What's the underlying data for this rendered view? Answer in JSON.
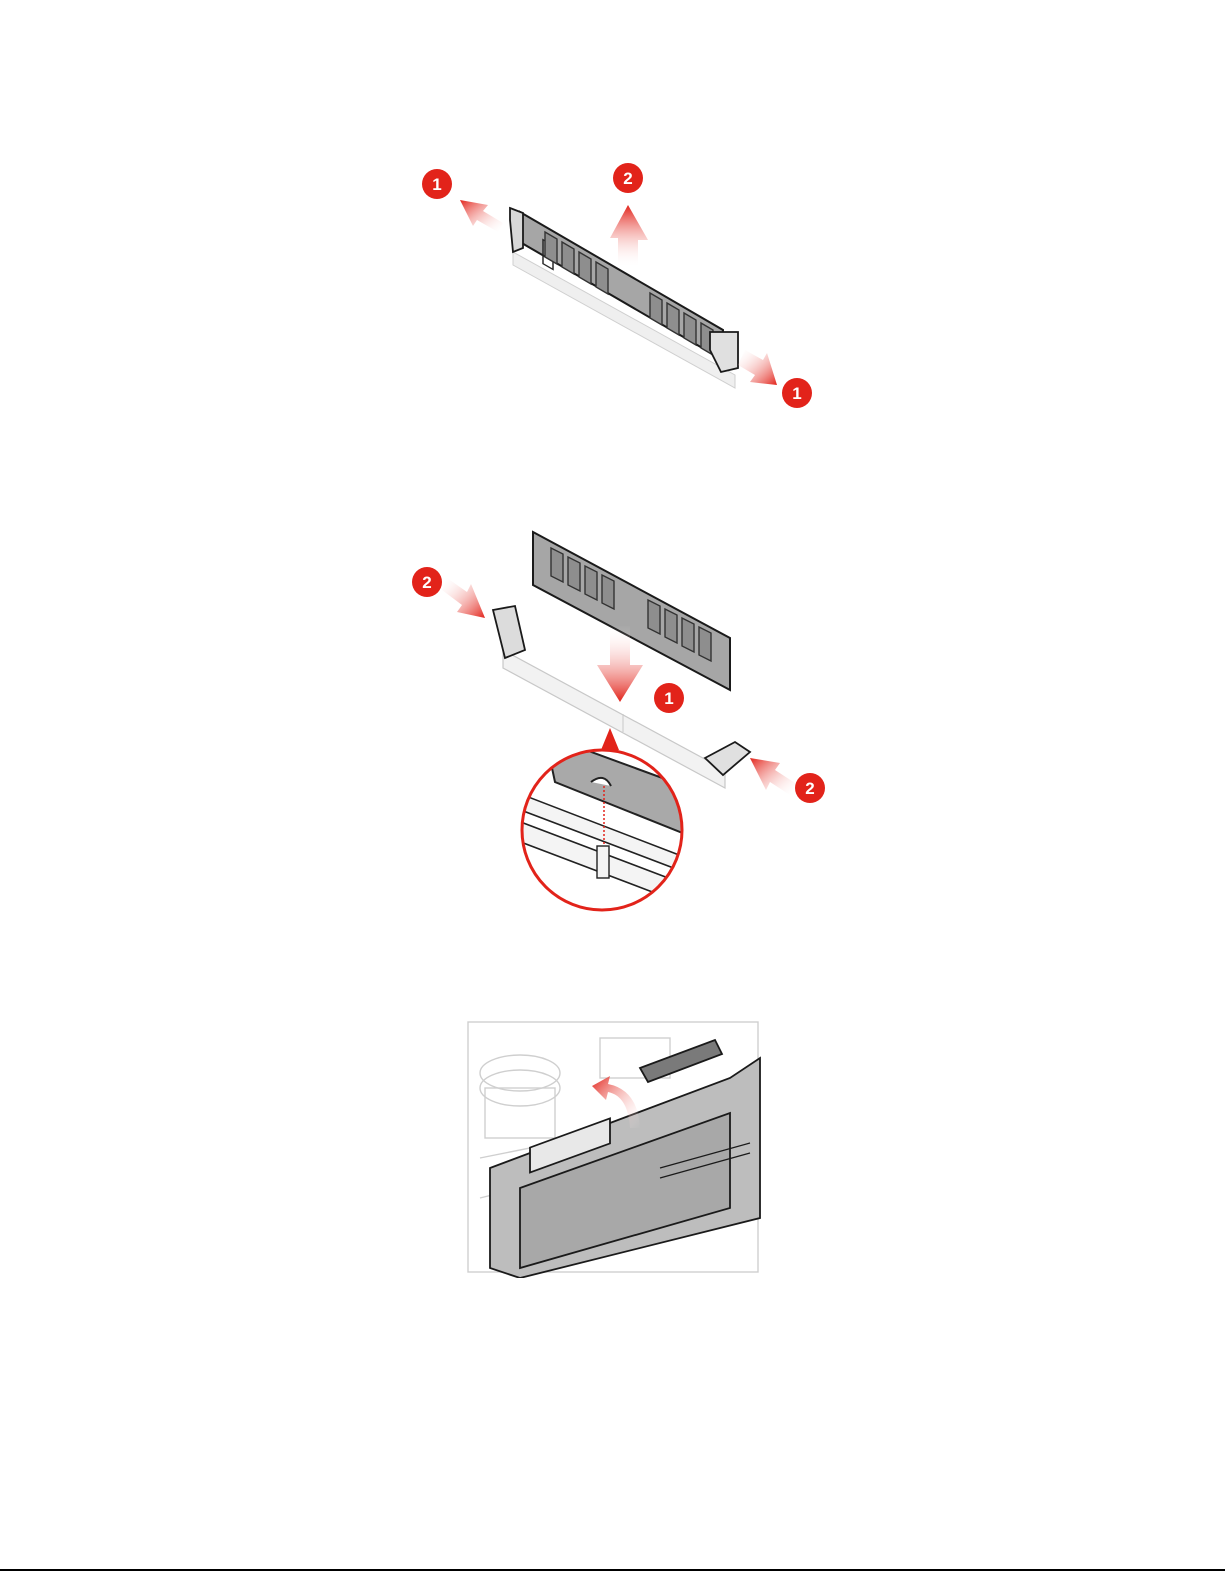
{
  "colors": {
    "callout": "#e2231a",
    "arrow": "#e2231a",
    "module": "#9a9a9a",
    "slot": "#e6e6e6",
    "outline": "#1a1a1a",
    "rule": "#000000"
  },
  "figures": {
    "remove_memory": {
      "callouts": [
        "1",
        "2",
        "1"
      ]
    },
    "install_memory": {
      "callouts": [
        "2",
        "1",
        "2"
      ]
    },
    "pivot_riser": {
      "callouts": []
    }
  }
}
